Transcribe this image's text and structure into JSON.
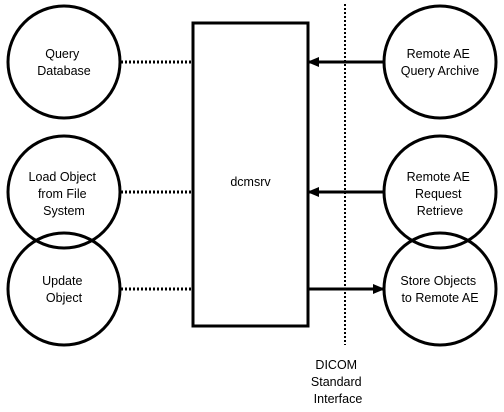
{
  "server": {
    "label": "dcmsrv"
  },
  "left_nodes": [
    {
      "lines": [
        "Query",
        "Database"
      ]
    },
    {
      "lines": [
        "Load Object",
        "from File",
        "System"
      ]
    },
    {
      "lines": [
        "Update",
        "Object"
      ]
    }
  ],
  "right_nodes": [
    {
      "lines": [
        "Remote AE",
        "Query Archive"
      ],
      "direction": "to-server"
    },
    {
      "lines": [
        "Remote AE",
        "Request",
        "Retrieve"
      ],
      "direction": "to-server"
    },
    {
      "lines": [
        "Store Objects",
        "to Remote AE"
      ],
      "direction": "from-server"
    }
  ],
  "boundary": {
    "lines": [
      "DICOM",
      "Standard",
      "Interface"
    ]
  }
}
